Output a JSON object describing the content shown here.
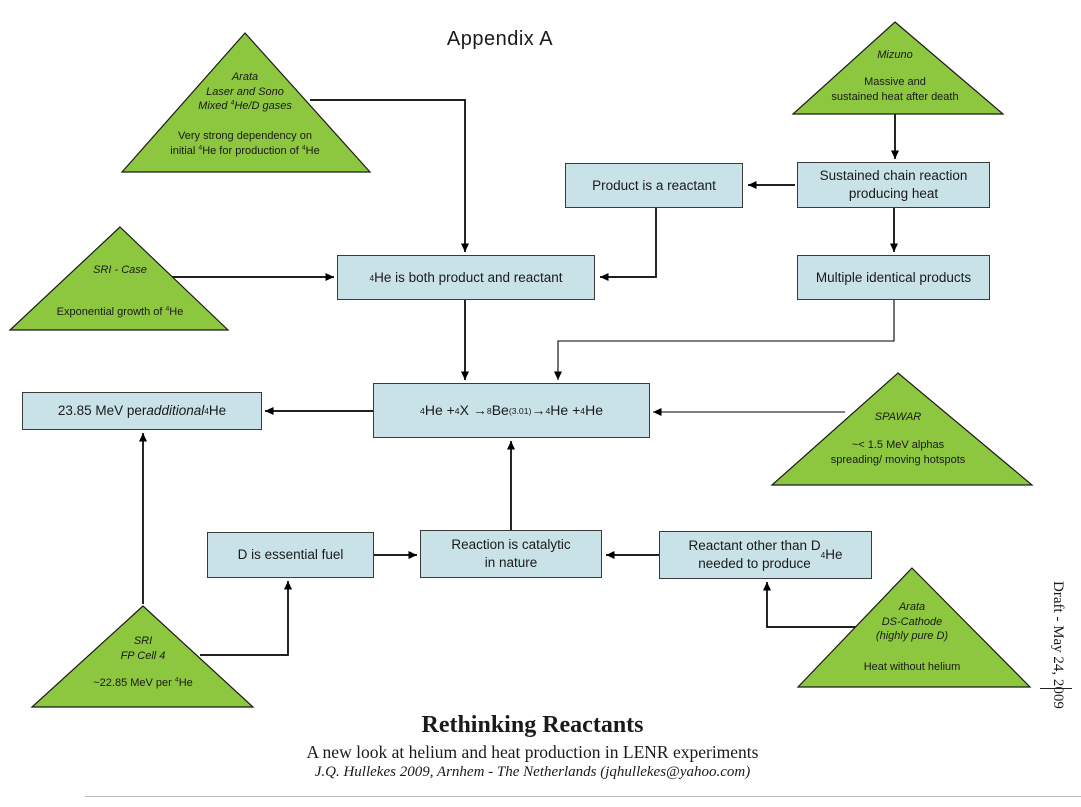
{
  "page": {
    "title": "Appendix A",
    "side_note": "Draft - May 24, 2009"
  },
  "colors": {
    "triangle_fill": "#8DC63F",
    "box_fill": "#C9E2E8",
    "line": "#000000"
  },
  "boxes": {
    "product_reactant": {
      "label": "Product is a reactant"
    },
    "sustained_chain": {
      "label": "Sustained chain reaction\nproducing heat"
    },
    "multiple_products": {
      "label": "Multiple identical products"
    },
    "he_both": {
      "label": "^{4}He is both product and reactant"
    },
    "mev_per_additional": {
      "label": "23.85 MeV per *additional* ^{4}He"
    },
    "reaction_formula": {
      "label": "^{4}He + ^{4}X → ^{8}Be^{(3.01)} → ^{4}He + ^{4}He"
    },
    "d_fuel": {
      "label": "D is essential fuel"
    },
    "catalytic": {
      "label": "Reaction is catalytic\nin nature"
    },
    "reactant_other": {
      "label": "Reactant other than D\nneeded to produce ^{4}He"
    }
  },
  "triangles": {
    "arata_laser": {
      "title": "Arata\nLaser and Sono\nMixed ^{4}He/D gases",
      "desc": "Very strong dependency on\ninitial ^{4}He for production of ^{4}He"
    },
    "mizuno": {
      "title": "Mizuno",
      "desc": "Massive and\nsustained heat after death"
    },
    "sri_case": {
      "title": "SRI - Case",
      "desc": "Exponential growth of ^{4}He"
    },
    "spawar": {
      "title": "SPAWAR",
      "desc": "~< 1.5 MeV alphas\nspreading/ moving hotspots"
    },
    "sri_fp_cell": {
      "title": "SRI\nFP Cell 4",
      "desc": "~22.85 MeV per ^{4}He"
    },
    "arata_ds": {
      "title": "Arata\nDS-Cathode\n(highly pure D)",
      "desc": "Heat without helium"
    }
  },
  "footer": {
    "title": "Rethinking Reactants",
    "subtitle": "A new look at helium and heat production in LENR experiments",
    "byline": "J.Q. Hullekes 2009, Arnhem - The Netherlands (jqhullekes@yahoo.com)"
  }
}
